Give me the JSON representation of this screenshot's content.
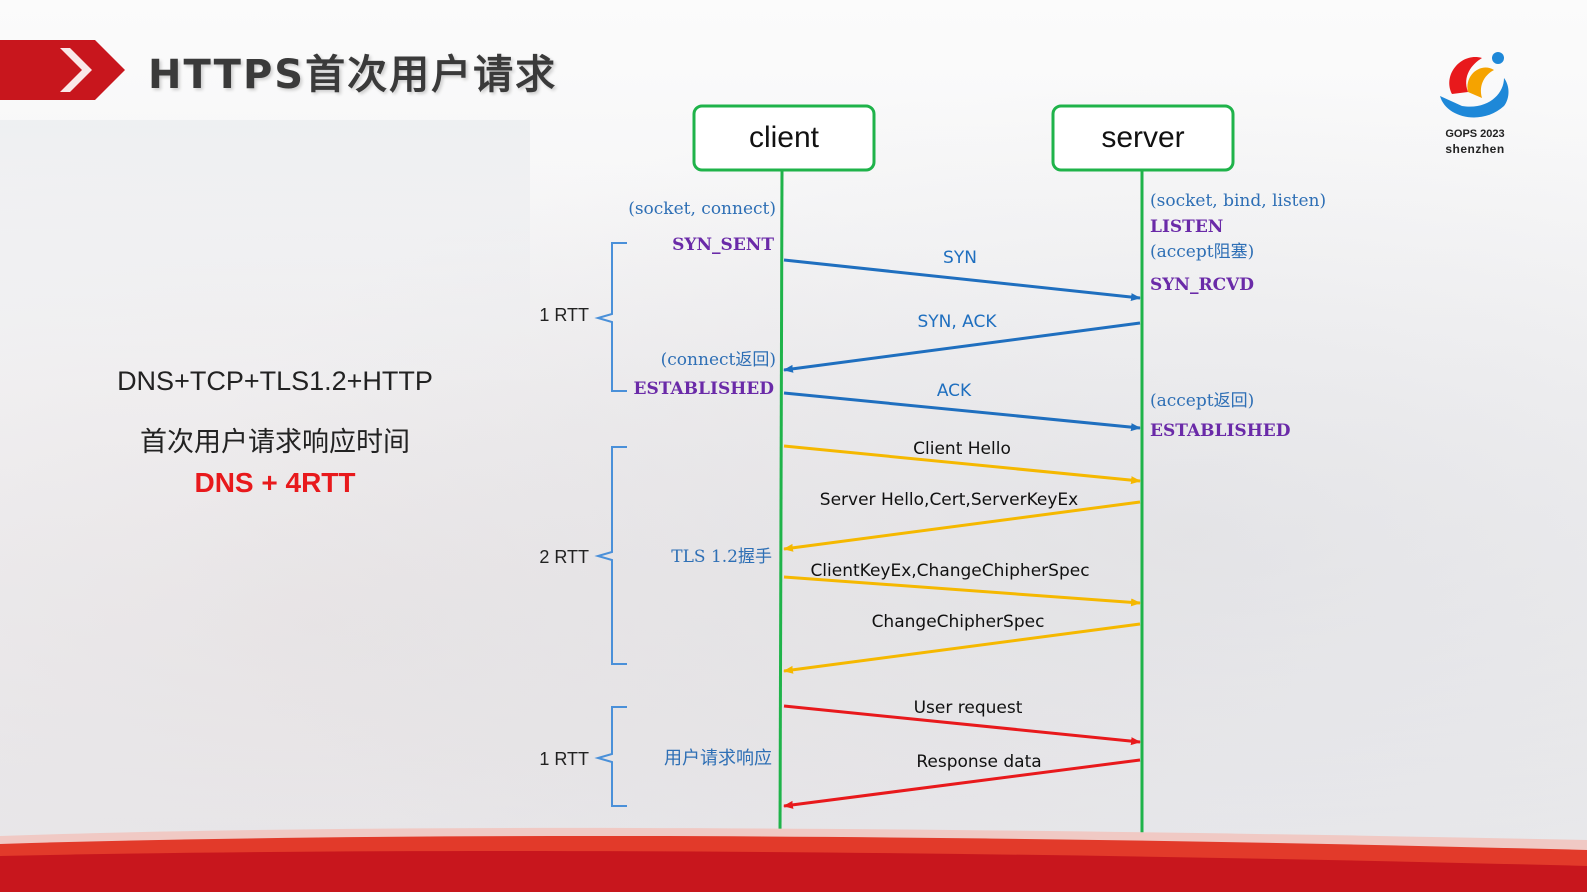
{
  "slide": {
    "title": "HTTPS首次用户请求"
  },
  "logo": {
    "event": "GOPS 2023",
    "city": "shenzhen"
  },
  "summary": {
    "line1": "DNS+TCP+TLS1.2+HTTP",
    "line2": "首次用户请求响应时间",
    "line3": "DNS + 4RTT"
  },
  "diagram": {
    "client_label": "client",
    "server_label": "server",
    "client_notes": {
      "socket_connect": "(socket, connect)",
      "syn_sent": "SYN_SENT",
      "connect_return": "(connect返回)",
      "established": "ESTABLISHED",
      "tls_handshake": "TLS 1.2握手",
      "user_response": "用户请求响应"
    },
    "server_notes": {
      "socket_bind_listen": "(socket, bind, listen)",
      "listen": "LISTEN",
      "accept_block": "(accept阻塞)",
      "syn_rcvd": "SYN_RCVD",
      "accept_return": "(accept返回)",
      "established": "ESTABLISHED"
    },
    "rtt_groups": [
      {
        "label": "1 RTT"
      },
      {
        "label": "2 RTT"
      },
      {
        "label": "1 RTT"
      }
    ],
    "messages": [
      {
        "label": "SYN",
        "direction": "client-to-server",
        "color": "#1f6fbf"
      },
      {
        "label": "SYN, ACK",
        "direction": "server-to-client",
        "color": "#1f6fbf"
      },
      {
        "label": "ACK",
        "direction": "client-to-server",
        "color": "#1f6fbf"
      },
      {
        "label": "Client Hello",
        "direction": "client-to-server",
        "color": "#f5b800"
      },
      {
        "label": "Server Hello,Cert,ServerKeyEx",
        "direction": "server-to-client",
        "color": "#f5b800"
      },
      {
        "label": "ClientKeyEx,ChangeChipherSpec",
        "direction": "client-to-server",
        "color": "#f5b800"
      },
      {
        "label": "ChangeChipherSpec",
        "direction": "server-to-client",
        "color": "#f5b800"
      },
      {
        "label": "User request",
        "direction": "client-to-server",
        "color": "#e8191c"
      },
      {
        "label": "Response data",
        "direction": "server-to-client",
        "color": "#e8191c"
      }
    ],
    "colors": {
      "lifeline": "#1fb34a",
      "tcp": "#1f6fbf",
      "tls": "#f5b800",
      "http": "#e8191c",
      "state": "#6a2aa8",
      "note": "#2e6fb5",
      "accent": "#c8161d"
    }
  }
}
